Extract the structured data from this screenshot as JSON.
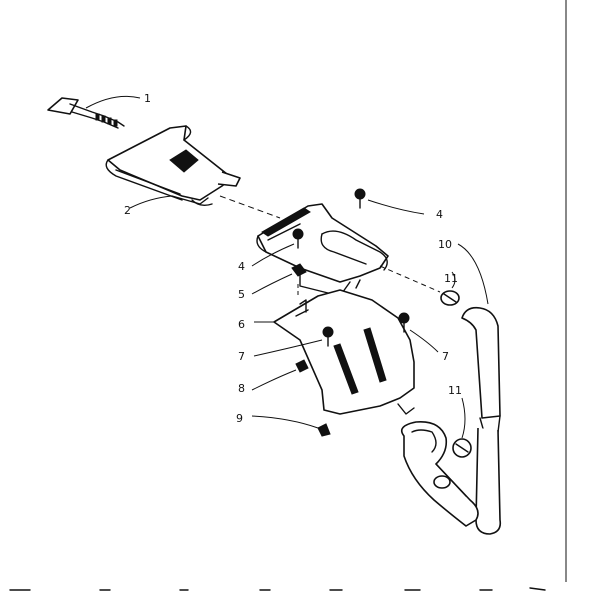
{
  "callouts": [
    {
      "id": "1",
      "text": "1"
    },
    {
      "id": "2",
      "text": "2"
    },
    {
      "id": "3",
      "text": "4"
    },
    {
      "id": "4",
      "text": "4"
    },
    {
      "id": "5",
      "text": "5"
    },
    {
      "id": "6",
      "text": "6"
    },
    {
      "id": "7",
      "text": "7"
    },
    {
      "id": "8",
      "text": "7"
    },
    {
      "id": "9",
      "text": "8"
    },
    {
      "id": "10",
      "text": "9"
    },
    {
      "id": "11",
      "text": "10"
    },
    {
      "id": "12",
      "text": "11"
    },
    {
      "id": "13",
      "text": "11"
    }
  ],
  "parts": [
    "handle",
    "grille-filter",
    "screw",
    "housing",
    "mounting-bracket",
    "clip",
    "hose-clamp",
    "hose"
  ]
}
